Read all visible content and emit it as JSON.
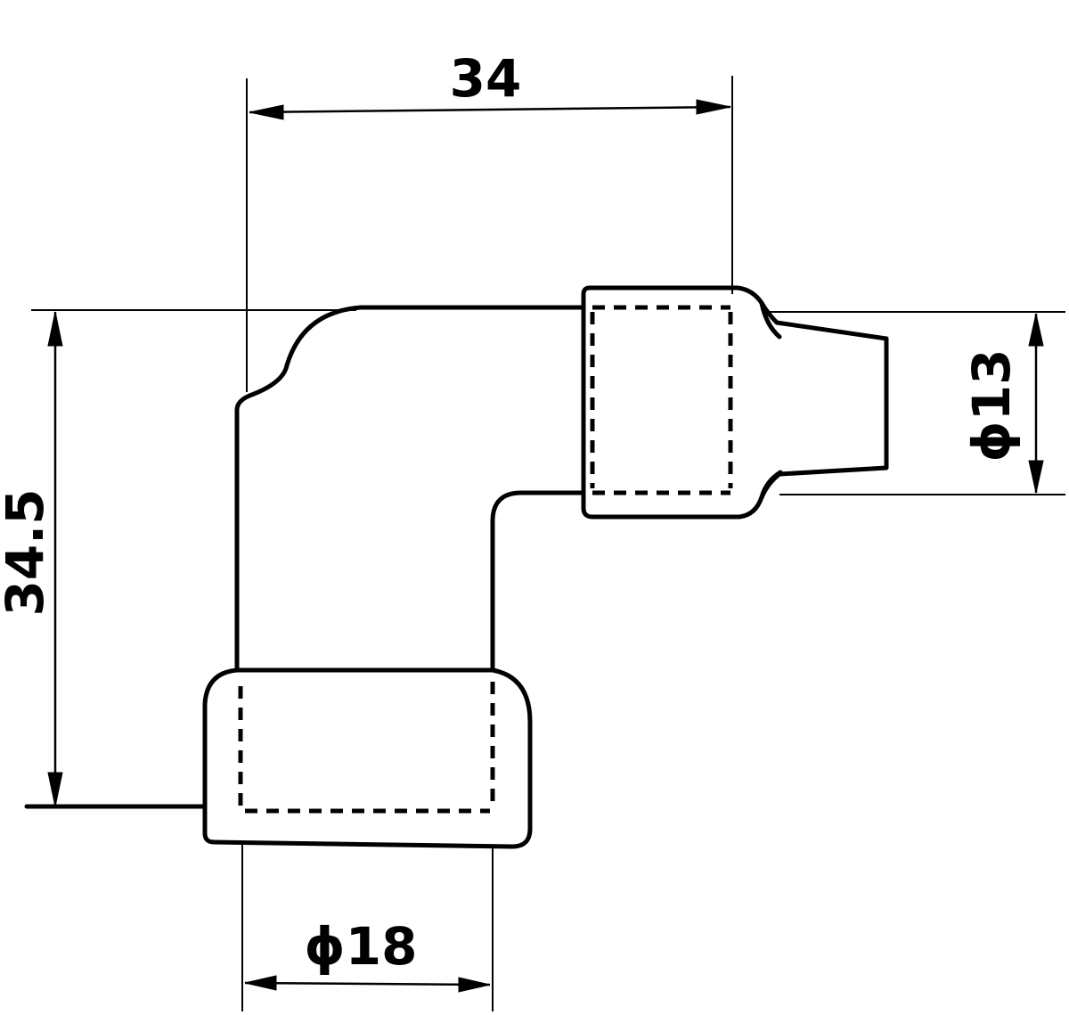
{
  "dimensions": {
    "top_width": {
      "label": "34"
    },
    "height": {
      "label": "34.5"
    },
    "outlet_diameter": {
      "label": "ϕ13"
    },
    "inlet_diameter": {
      "label": "ϕ18"
    }
  }
}
